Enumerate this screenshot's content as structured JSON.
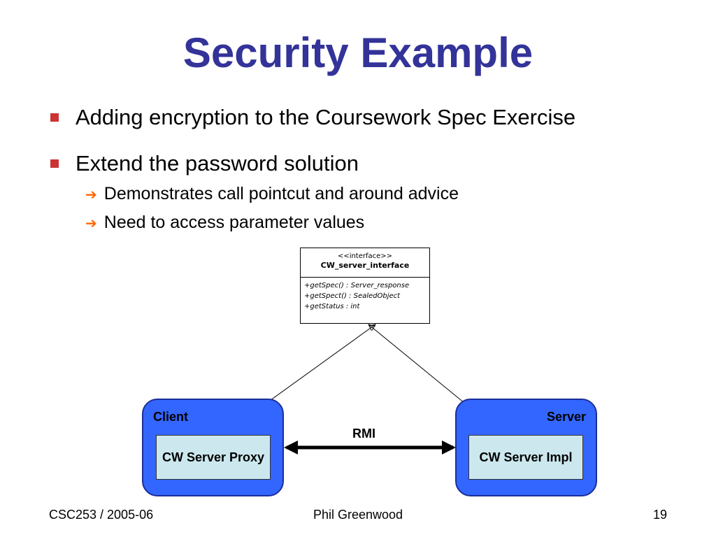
{
  "slide": {
    "title": "Security Example",
    "bullets": [
      {
        "text": "Adding encryption to the Coursework Spec Exercise"
      },
      {
        "text": "Extend the password solution",
        "subbullets": [
          "Demonstrates call pointcut and around advice",
          "Need to access parameter values"
        ]
      }
    ]
  },
  "diagram": {
    "interface": {
      "stereotype": "<<interface>>",
      "name": "CW_server_interface",
      "operations": [
        "+getSpec() : Server_response",
        "+getSpect() : SealedObject",
        "+getStatus : int"
      ]
    },
    "client": {
      "label": "Client",
      "component": "CW Server Proxy"
    },
    "server": {
      "label": "Server",
      "component": "CW Server Impl"
    },
    "connector_label": "RMI",
    "colors": {
      "node_fill": "#3366ff",
      "component_fill": "#cce8ee",
      "title": "#333399",
      "bullet": "#cc3333",
      "arrow": "#ff6600"
    }
  },
  "footer": {
    "left": "CSC253 / 2005-06",
    "center": "Phil Greenwood",
    "right": "19"
  }
}
